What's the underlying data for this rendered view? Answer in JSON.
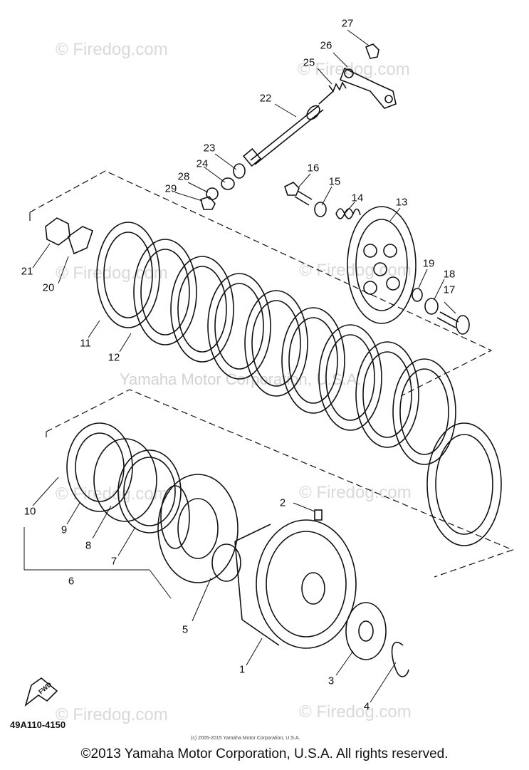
{
  "watermarks": {
    "firedog": "© Firedog.com",
    "yamaha": "Yamaha Motor Corporation, U.S.A."
  },
  "part_code": "49A110-4150",
  "small_copyright": "(c) 2005-2015 Yamaha Motor Corporation, U.S.A.",
  "footer": "©2013 Yamaha Motor Corporation, U.S.A. All rights reserved.",
  "fwd_label": "FWD",
  "callouts": [
    "1",
    "2",
    "3",
    "4",
    "5",
    "6",
    "7",
    "8",
    "9",
    "10",
    "11",
    "12",
    "13",
    "14",
    "15",
    "16",
    "17",
    "18",
    "19",
    "20",
    "21",
    "22",
    "23",
    "24",
    "25",
    "26",
    "27",
    "28",
    "29"
  ]
}
